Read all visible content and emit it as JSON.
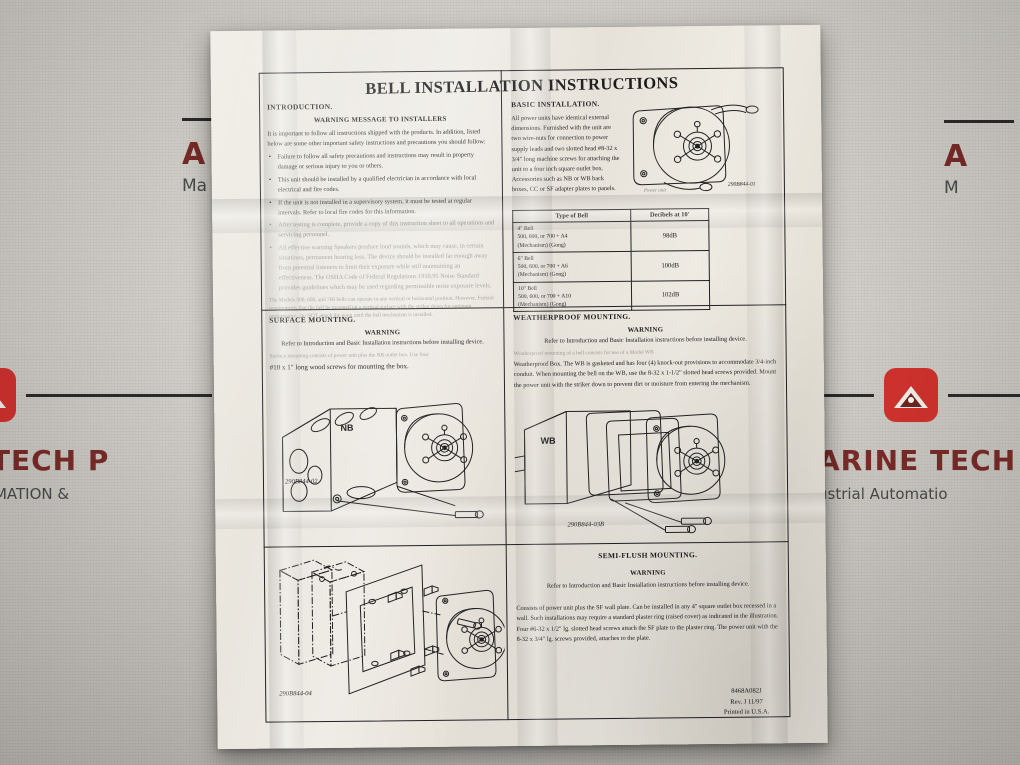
{
  "background": {
    "brand_left": {
      "name": "E TECH P",
      "subtitle": "UTOMATION &"
    },
    "brand_right": {
      "name": "ARINE TECH",
      "subtitle": "ustrial Automatio"
    },
    "brand_top_left": {
      "name": "A",
      "subtitle": "Ma"
    },
    "brand_top_right": {
      "name": "A",
      "subtitle": "M"
    },
    "accent_color": "#d1322e",
    "text_color": "#7a2b28"
  },
  "document": {
    "title": "BELL INSTALLATION INSTRUCTIONS",
    "footer": {
      "part_number": "8468A082J",
      "revision": "Rev. J   11/97",
      "origin": "Printed in U.S.A."
    },
    "introduction": {
      "heading": "INTRODUCTION.",
      "subheading": "WARNING MESSAGE TO INSTALLERS",
      "lead": "It is important to follow all instructions shipped with the products. In addition, listed below are some other important safety instructions and precautions you should follow:",
      "bullets": [
        "Failure to follow all safety precautions and instructions may result in property damage or serious injury to you or others.",
        "This unit should be installed by a qualified electrician in accordance with local electrical and fire codes.",
        "If the unit is not installed in a supervisory system, it must be tested at regular intervals. Refer to local fire codes for this information.",
        "After testing is complete, provide a copy of this instruction sheet to all operations and servicing personnel.",
        "All effective warning Speakers produce loud sounds, which may cause, in certain situations, permanent hearing loss. The device should be installed far enough away from potential listeners to limit their exposure while still maintaining an effectiveness. The OSHA Code of Federal Regulations 1910.95 Noise Standard provides guidelines which may be used regarding permissible noise exposure levels."
      ],
      "closing": "The Models 500, 600, and 700 bells can operate in any vertical or horizontal position. However, Federal requirements that the bell be mounted on a vertical surface with the striker down for optimum performance. Do NOT attach the gong until the bell mechanism is installed."
    },
    "basic_installation": {
      "heading": "BASIC INSTALLATION.",
      "body": "All power units have identical external dimensions. Furnished with the unit are two wire-nuts for connection to power supply leads and two slotted head #8-32 x 3/4\" long machine screws for attaching the unit to a four inch square outlet box. Accessories such as NB or WB back boxes, CC or SF adapter plates to panels.",
      "figure_label": "290B844-01",
      "figure_caption": "Power unit"
    },
    "decibel_table": {
      "col_type": "Type of Bell",
      "col_db": "Decibels at 10'",
      "rows": [
        {
          "type": "4\" Bell\n500, 600, or 700 + A4\n(Mechanism) (Gong)",
          "db": "98dB"
        },
        {
          "type": "6\" Bell\n500, 600, or 700 + A6\n(Mechanism) (Gong)",
          "db": "100dB"
        },
        {
          "type": "10\" Bell\n500, 600, or 700 + A10\n(Mechanism) (Gong)",
          "db": "102dB"
        }
      ]
    },
    "surface_mounting": {
      "heading": "SURFACE MOUNTING.",
      "warning_title": "WARNING",
      "warning_body": "Refer to Introduction and Basic Installation instructions before installing device.",
      "faded_line": "Surface mounting consists of power unit plus the NB outlet box. Use four",
      "body": "#10 x 1\" long wood screws for mounting the box.",
      "figure_label": "290B844-02",
      "box_label": "NB"
    },
    "weatherproof_mounting": {
      "heading": "WEATHERPROOF MOUNTING.",
      "warning_title": "WARNING",
      "warning_body": "Refer to Introduction and Basic Installation instructions before installing device.",
      "faded_line": "Weatherproof mounting of a bell consists for use of a Model WB",
      "body": "Weatherproof Box. The WB is gasketed and has four (4) knock-out provisions to accommodate 3/4-inch conduit. When mounting the bell on the WB, use the 8-32 x 1-1/2\" slotted head screws provided. Mount the power unit with the striker down to prevent dirt or moisture from entering the mechanism.",
      "figure_label": "290B844-03B",
      "box_label": "WB"
    },
    "semi_flush_mounting": {
      "heading": "SEMI-FLUSH MOUNTING.",
      "warning_title": "WARNING",
      "warning_body": "Refer to Introduction and Basic Installation instructions before installing device.",
      "body": "Consists of power unit plus the SF wall plate. Can be installed in any 4\" square outlet box recessed in a wall. Such installations may require a standard plaster ring (raised cover) as indicated in the illustration. Four #6-32 x 1/2\" lg. slotted head screws attach the SF plate to the plaster ring. The power unit with the 8-32 x 3/4\" lg. screws provided, attaches to the plate.",
      "figure_label": "290B844-04"
    }
  }
}
